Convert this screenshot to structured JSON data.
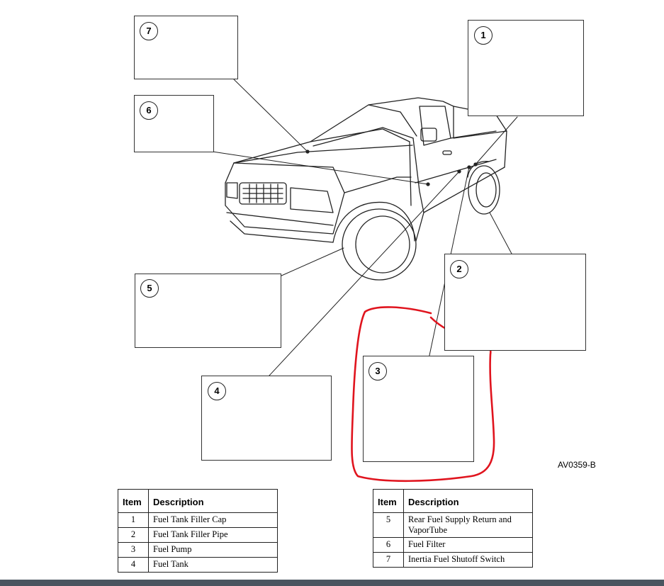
{
  "figure_code": "AV0359-B",
  "callouts": [
    {
      "id": "1",
      "name": "fuel-tank-filler-cap"
    },
    {
      "id": "2",
      "name": "fuel-tank-filler-pipe"
    },
    {
      "id": "3",
      "name": "fuel-pump"
    },
    {
      "id": "4",
      "name": "fuel-tank"
    },
    {
      "id": "5",
      "name": "rear-fuel-supply-return-vapor-tube"
    },
    {
      "id": "6",
      "name": "fuel-filter"
    },
    {
      "id": "7",
      "name": "inertia-fuel-shutoff-switch"
    }
  ],
  "legend_left": {
    "header_item": "Item",
    "header_description": "Description",
    "rows": [
      {
        "item": "1",
        "description": "Fuel Tank Filler Cap"
      },
      {
        "item": "2",
        "description": "Fuel Tank Filler Pipe"
      },
      {
        "item": "3",
        "description": "Fuel Pump"
      },
      {
        "item": "4",
        "description": "Fuel Tank"
      }
    ]
  },
  "legend_right": {
    "header_item": "Item",
    "header_description": "Description",
    "rows": [
      {
        "item": "5",
        "description": "Rear Fuel Supply Return and VaporTube"
      },
      {
        "item": "6",
        "description": "Fuel Filter"
      },
      {
        "item": "7",
        "description": "Inertia Fuel Shutoff Switch"
      }
    ]
  },
  "highlight_color": "#e0141e"
}
